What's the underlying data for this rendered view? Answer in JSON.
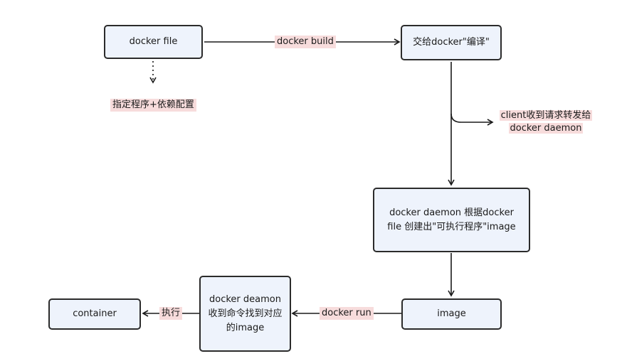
{
  "nodes": {
    "docker_file": "docker file",
    "compile": "交给docker\"编译\"",
    "daemon_build": "docker daemon 根据docker file 创建出\"可执行程序\"image",
    "image": "image",
    "daemon_run": "docker deamon收到命令找到对应的image",
    "container": "container"
  },
  "edge_labels": {
    "docker_build": "docker build",
    "spec": "指定程序+依赖配置",
    "client_line1": "client收到请求转发给",
    "client_line2": "docker daemon",
    "docker_run": "docker run",
    "execute": "执行"
  }
}
